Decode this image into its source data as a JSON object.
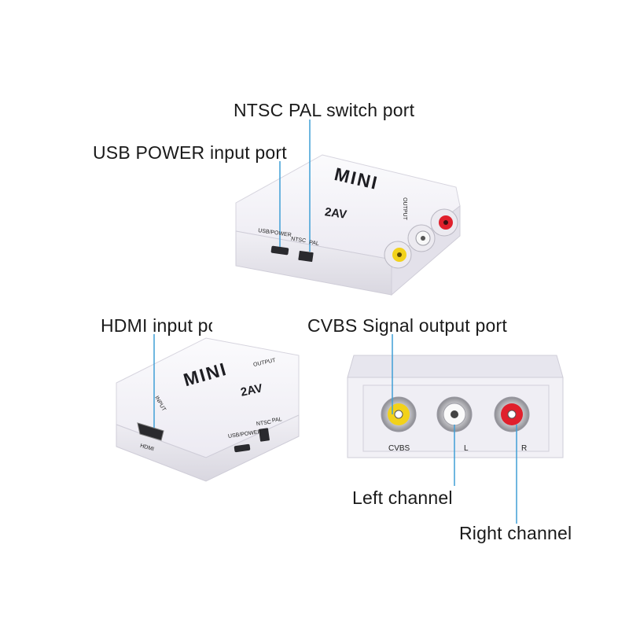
{
  "labels": {
    "ntsc_pal": "NTSC PAL switch port",
    "usb_power": "USB POWER input port",
    "hdmi_input": "HDMI input port",
    "cvbs_output": "CVBS Signal output port",
    "left_channel": "Left channel",
    "right_channel": "Right channel"
  },
  "device": {
    "brand": "MINI",
    "model": "2AV",
    "usb_power": "USB/POWER",
    "ntsc": "NTSC",
    "pal": "PAL",
    "output": "OUTPUT",
    "input": "INPUT",
    "hdmi": "HDMI",
    "cvbs": "CVBS",
    "left": "L",
    "right": "R"
  },
  "colors": {
    "leader_line": "#3f9fd6",
    "body": "#f4f3f8",
    "rca_yellow": "#f2d21a",
    "rca_white": "#f0f0f0",
    "rca_red": "#e0202c"
  }
}
